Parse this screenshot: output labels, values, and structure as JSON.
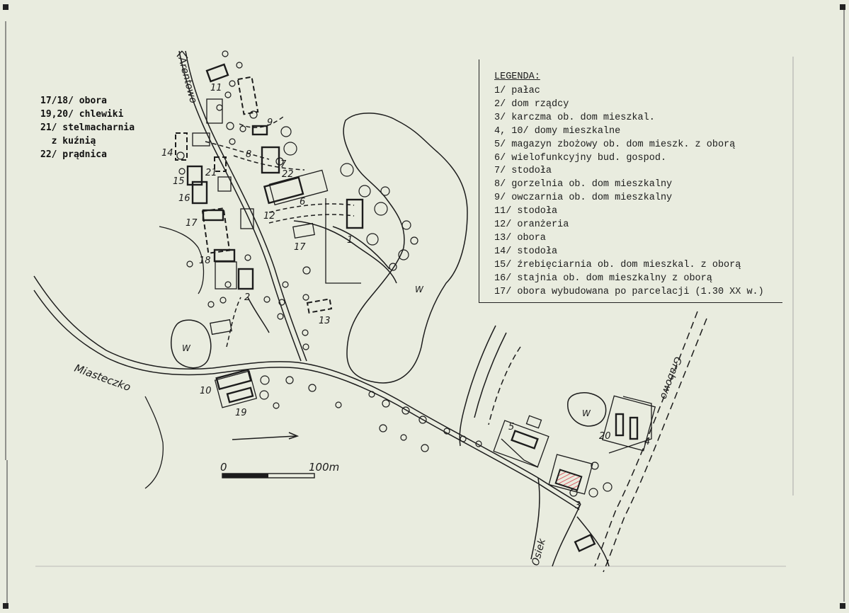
{
  "top_legend": [
    "17/18/ obora",
    "19,20/ chlewiki",
    "21/ stelmacharnia",
    "  z kuźnią",
    "22/ prądnica"
  ],
  "legend": {
    "title": "LEGENDA:",
    "items": [
      "1/ pałac",
      "2/ dom rządcy",
      "3/ karczma ob. dom mieszkal.",
      "4, 10/ domy mieszkalne",
      "5/ magazyn zbożowy ob. dom mieszk. z oborą",
      "6/ wielofunkcyjny bud. gospod.",
      "7/ stodoła",
      "8/ gorzelnia ob. dom mieszkalny",
      "9/ owczarnia ob. dom mieszkalny",
      "11/ stodoła",
      "12/ oranżeria",
      "13/ obora",
      "14/ stodoła",
      "15/ źrebięciarnia ob. dom mieszkal. z oborą",
      "16/ stajnia ob. dom mieszkalny z oborą",
      "17/ obora wybudowana po parcelacji (1.30 XX w.)"
    ]
  },
  "road_labels": {
    "arentowo": "Arentowo",
    "miasteczko": "Miasteczko",
    "grabowo": "Grabowo",
    "osiek": "Osiek"
  },
  "building_numbers": [
    "1",
    "2",
    "3",
    "4",
    "5",
    "6",
    "7",
    "8",
    "9",
    "10",
    "11",
    "12",
    "13",
    "14",
    "15",
    "16",
    "17",
    "18",
    "19",
    "20",
    "21",
    "22"
  ],
  "water_label": "W",
  "scale": {
    "start": "0",
    "end": "100m"
  },
  "colors": {
    "paper": "#e9ecdf",
    "ink": "#1c1c1c",
    "hatch": "#d63b4a"
  }
}
